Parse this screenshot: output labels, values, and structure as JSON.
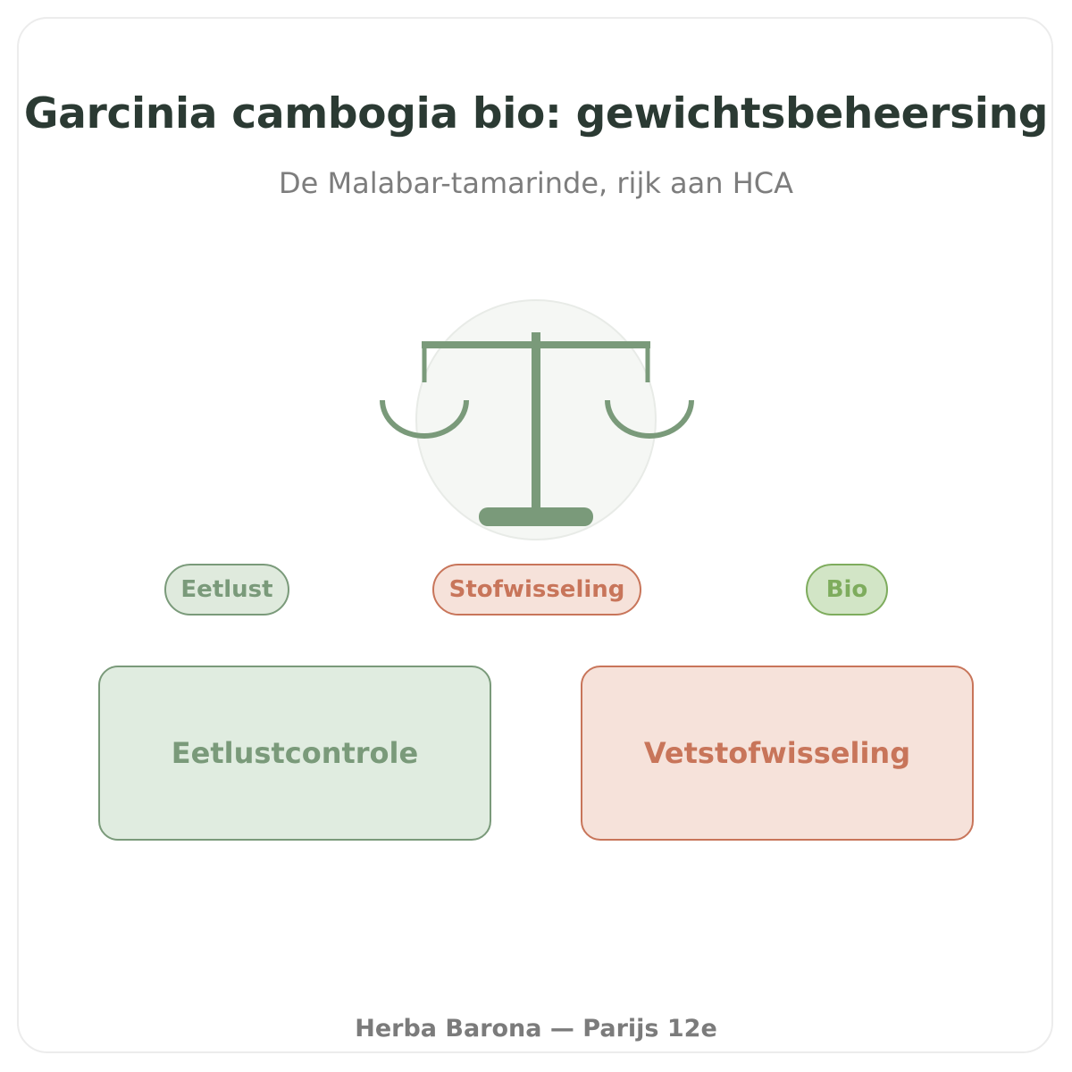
{
  "header": {
    "title": "Garcinia cambogia bio: gewichtsbeheersing",
    "subtitle": "De Malabar-tamarinde, rijk aan HCA"
  },
  "tags": {
    "appetite": "Eetlust",
    "metabolism": "Stofwisseling",
    "organic": "Bio"
  },
  "boxes": {
    "appetite_control": "Eetlustcontrole",
    "fat_metabolism": "Vetstofwisseling"
  },
  "footer": {
    "text": "Herba Barona — Parijs 12e"
  },
  "colors": {
    "sage": "#7a9a7a",
    "terracotta": "#c8755a",
    "leaf": "#7eac5d",
    "title": "#2b3a33"
  },
  "icons": {
    "central": "balance-scale-icon"
  }
}
